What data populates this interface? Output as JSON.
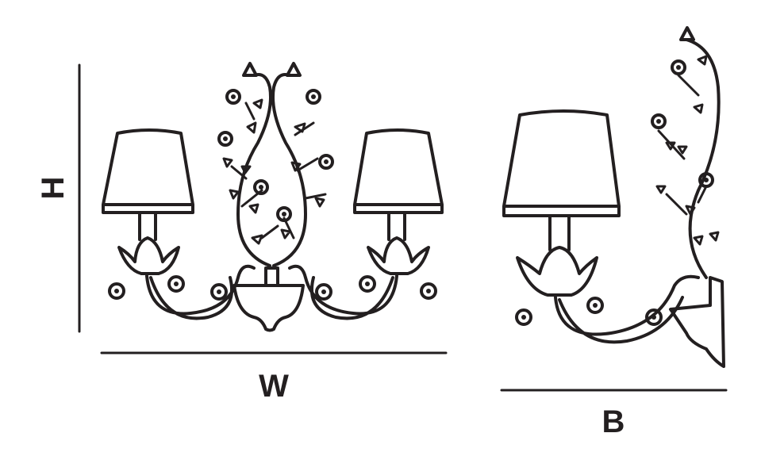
{
  "labels": {
    "height": "H",
    "width": "W",
    "depth": "B"
  },
  "colors": {
    "line": "#231f20",
    "background": "#ffffff"
  }
}
